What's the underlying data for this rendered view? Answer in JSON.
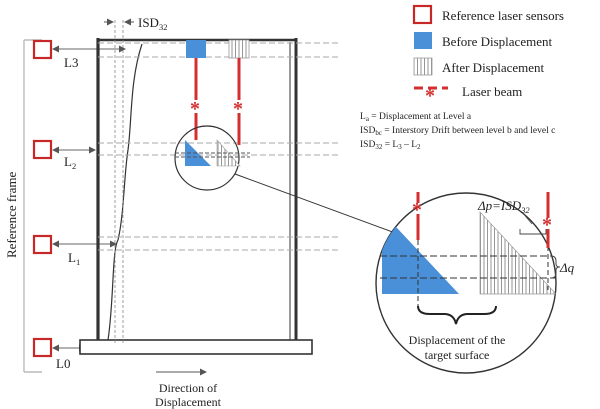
{
  "legend": {
    "sensor_label": "Reference laser sensors",
    "before_label": "Before Displacement",
    "after_label": "After Displacement",
    "beam_label": "Laser beam"
  },
  "definitions": {
    "line1": {
      "main": "L",
      "sub": "a",
      "rest": " = Displacement at Level a"
    },
    "line2": {
      "main": "ISD",
      "sub": "bc",
      "rest": " = Interstory Drift between  level b and level c"
    },
    "line3": {
      "main": "ISD",
      "sub": "32",
      "rest": " = L",
      "sub2": "3",
      "rest2": " – L",
      "sub3": "2"
    }
  },
  "frame_label": "Reference frame",
  "level_labels": {
    "l3": {
      "main": "L3",
      "sub": ""
    },
    "l2": {
      "main": "L",
      "sub": "2"
    },
    "l1": {
      "main": "L",
      "sub": "1"
    },
    "l0": {
      "main": "L0",
      "sub": ""
    }
  },
  "isd_top": {
    "main": "ISD",
    "sub": "32"
  },
  "zoom": {
    "dp_label": {
      "pre": "Δp=ISD",
      "sub": "32"
    },
    "dq_label": "Δq",
    "caption_line1": "Displacement of the",
    "caption_line2": "target surface"
  },
  "direction": {
    "line1": "Direction of",
    "line2": "Displacement"
  },
  "colors": {
    "sensor": "#c62828",
    "before_fill": "#4a90d9",
    "laser": "#d32f2f",
    "frame": "#333333"
  }
}
